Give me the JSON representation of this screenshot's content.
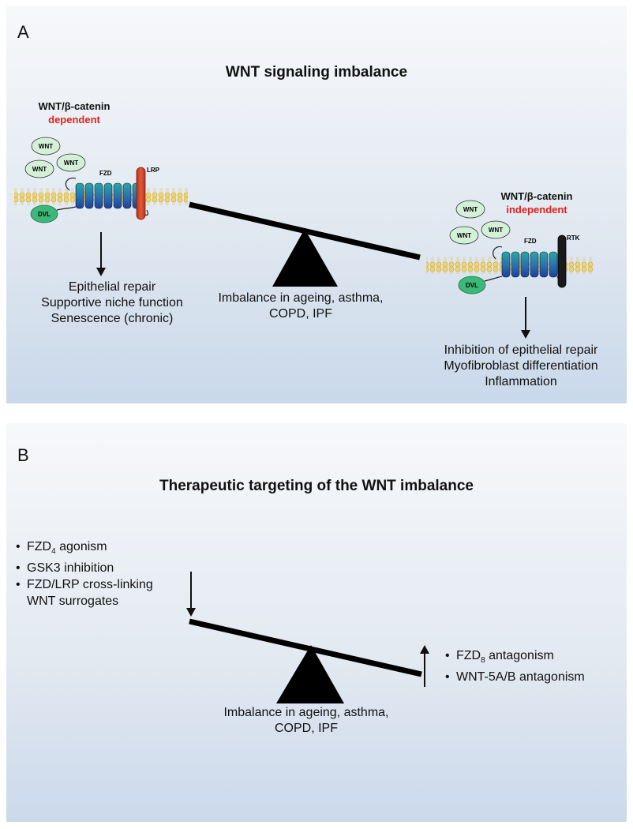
{
  "panel_a": {
    "letter": "A",
    "title": "WNT signaling imbalance",
    "left": {
      "line1": "WNT/β-catenin",
      "line2": "dependent",
      "ligands": [
        "WNT",
        "WNT",
        "WNT"
      ],
      "receptor": "FZD",
      "coreceptor": "LRP",
      "adapter": "DVL",
      "outcomes": [
        "Epithelial repair",
        "Supportive niche function",
        "Senescence (chronic)"
      ]
    },
    "right": {
      "line1": "WNT/β-catenin",
      "line2": "independent",
      "ligands": [
        "WNT",
        "WNT",
        "WNT"
      ],
      "receptor": "FZD",
      "coreceptor": "RTK",
      "adapter": "DVL",
      "outcomes": [
        "Inhibition of epithelial repair",
        "Myofibroblast differentiation",
        "Inflammation"
      ]
    },
    "center_caption": [
      "Imbalance in ageing, asthma,",
      "COPD, IPF"
    ]
  },
  "panel_b": {
    "letter": "B",
    "title": "Therapeutic targeting of the WNT imbalance",
    "left_list": [
      {
        "bullet": true,
        "text": "FZD",
        "sub": "4",
        "after": " agonism"
      },
      {
        "bullet": true,
        "text": "GSK3 inhibition",
        "sub": "",
        "after": ""
      },
      {
        "bullet": true,
        "text": "FZD/LRP cross-linking",
        "sub": "",
        "after": ""
      },
      {
        "bullet": false,
        "text": "WNT surrogates",
        "sub": "",
        "after": ""
      }
    ],
    "right_list": [
      {
        "bullet": true,
        "text": "FZD",
        "sub": "8",
        "after": " antagonism"
      },
      {
        "bullet": true,
        "text": "WNT-5A/B antagonism",
        "sub": "",
        "after": ""
      }
    ],
    "center_caption": [
      "Imbalance in ageing, asthma,",
      "COPD, IPF"
    ]
  },
  "colors": {
    "wnt_fill": "#d4f0d8",
    "dvl_fill": "#3cb878",
    "fzd_blue": "#2a4fa8",
    "fzd_teal": "#2aa7a0",
    "lrp_red": "#d9472b",
    "rtk_black": "#1a1a1a",
    "membrane": "#f2d46a",
    "red_text": "#e02020"
  }
}
